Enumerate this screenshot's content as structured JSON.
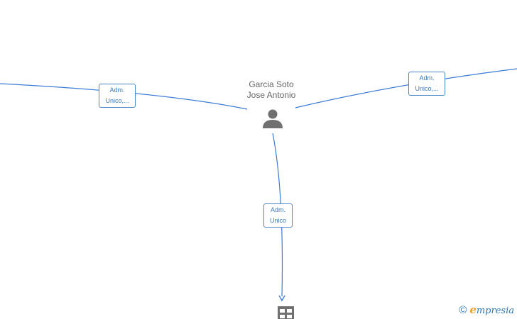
{
  "person": {
    "name_line1": "Garcia Soto",
    "name_line2": "Jose Antonio",
    "icon": "person-icon"
  },
  "company": {
    "icon": "building-icon"
  },
  "edges": {
    "left": {
      "line1": "Adm.",
      "line2": "Unico,..."
    },
    "right": {
      "line1": "Adm.",
      "line2": "Unico,..."
    },
    "down": {
      "line1": "Adm.",
      "line2": "Unico"
    }
  },
  "watermark": {
    "copyright": "©",
    "brand_initial": "e",
    "brand_rest": "mpresia"
  },
  "colors": {
    "edge": "#3a7bd5",
    "node_icon": "#707070",
    "label_border": "#4a86c8",
    "brand_orange": "#f0a030"
  }
}
